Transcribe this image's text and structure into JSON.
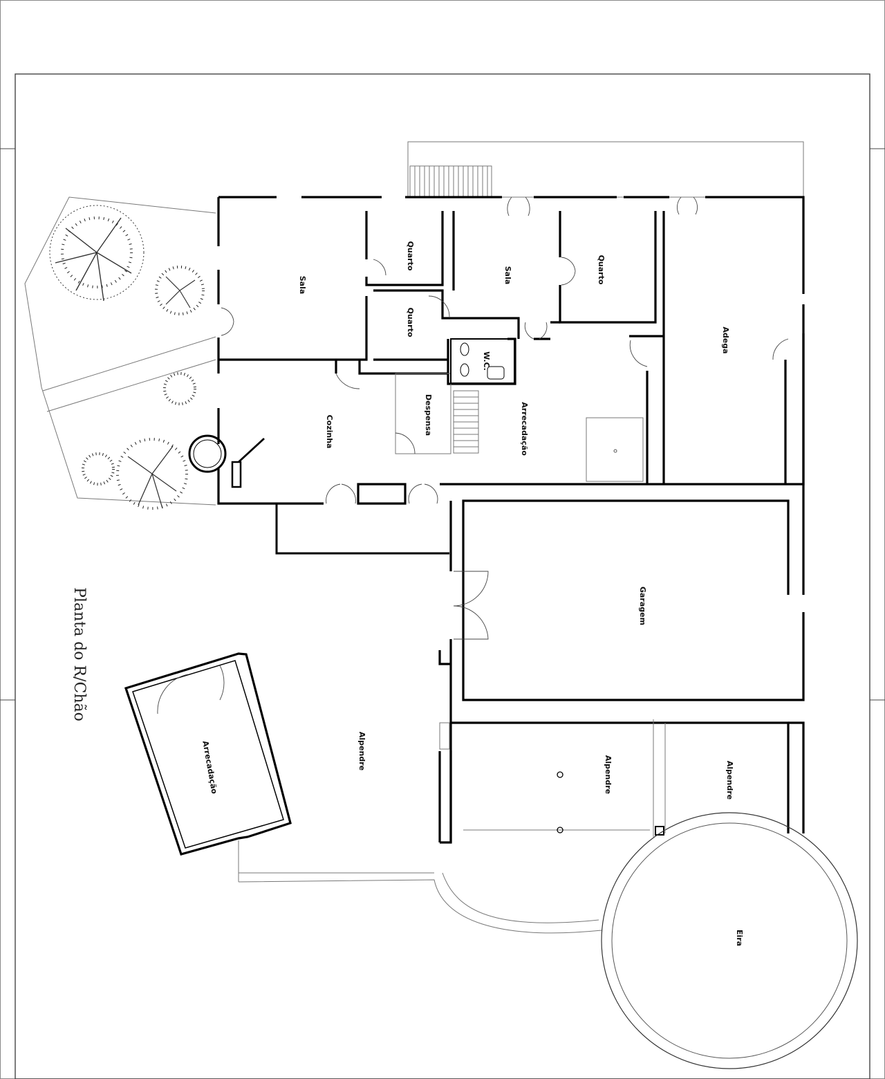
{
  "title": "Planta do R/Chão",
  "rooms": {
    "sala_1": "Sala",
    "quarto_1": "Quarto",
    "quarto_2": "Quarto",
    "sala_2": "Sala",
    "quarto_3": "Quarto",
    "adega": "Adega",
    "wc": "W.C.",
    "cozinha": "Cozinha",
    "despensa": "Despensa",
    "arrecadacao_1": "Arrecadação",
    "garagem": "Garagem",
    "arrecadacao_2": "Arrecadação",
    "alpendre_1": "Alpendre",
    "alpendre_2": "Alpendre",
    "alpendre_3": "Alpendre",
    "eira": "Eira"
  }
}
